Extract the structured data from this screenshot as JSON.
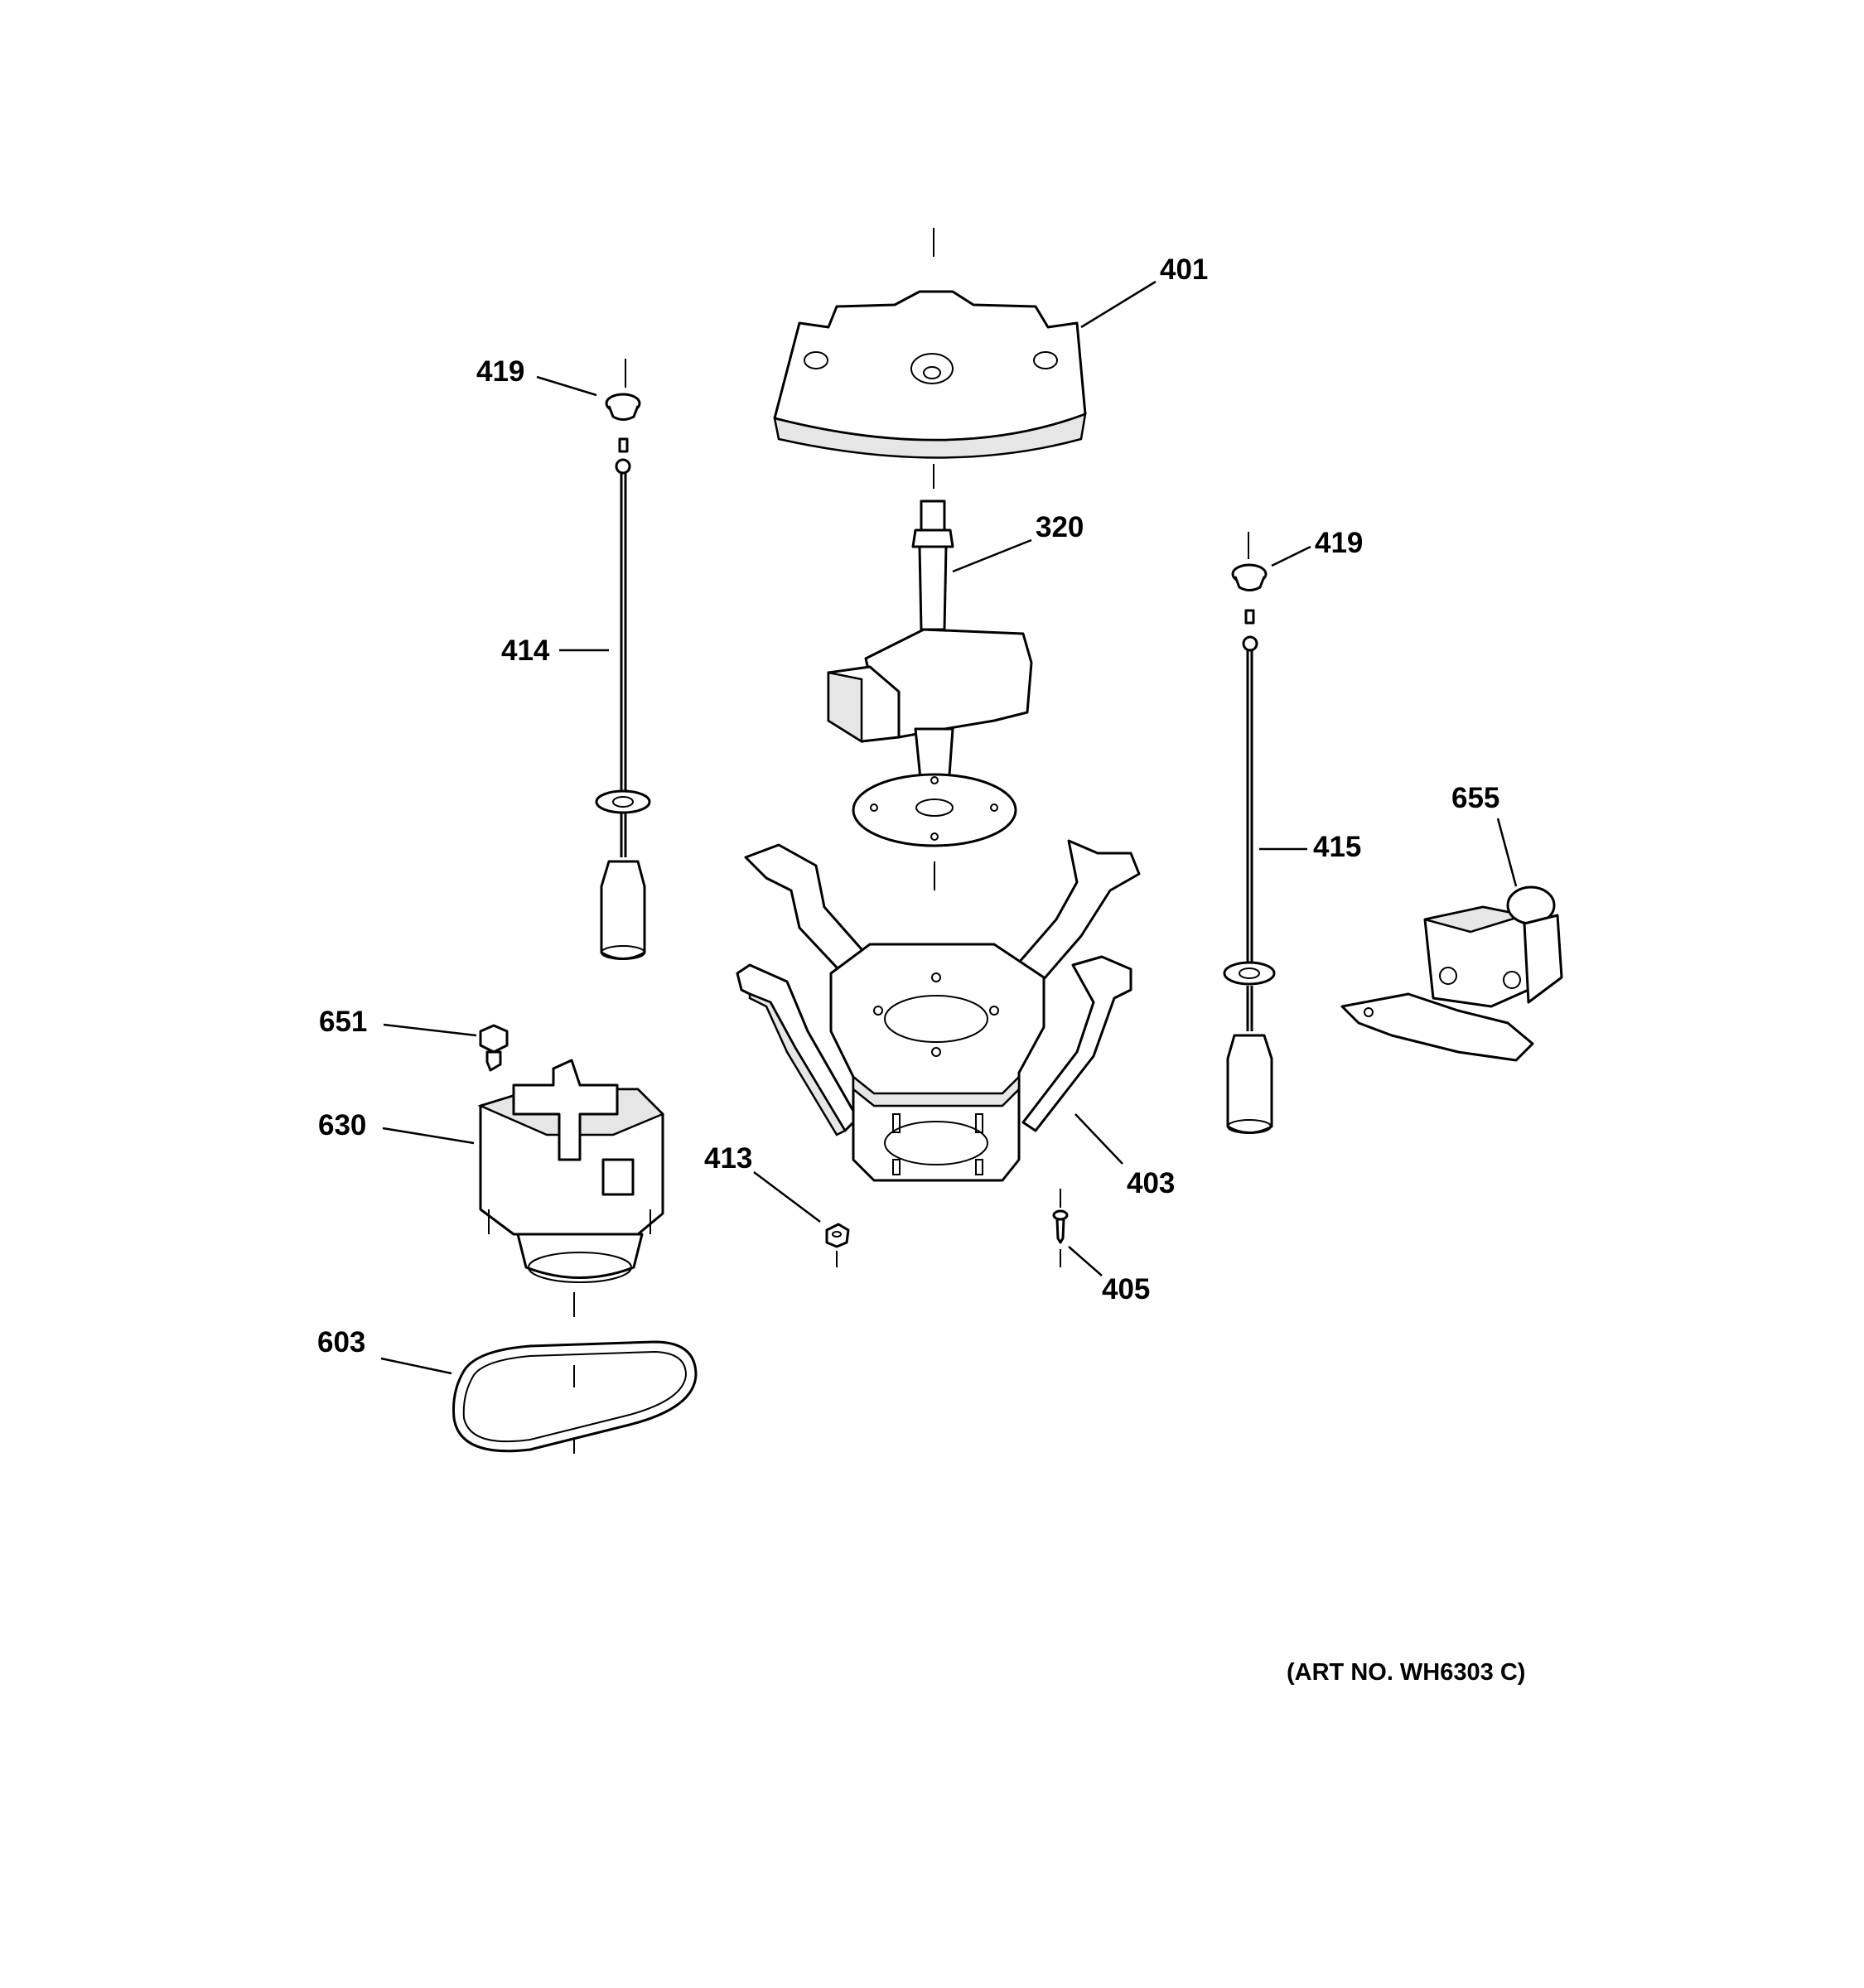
{
  "callouts": {
    "c401": "401",
    "c419_left": "419",
    "c419_right": "419",
    "c320": "320",
    "c414": "414",
    "c415": "415",
    "c655": "655",
    "c651": "651",
    "c630": "630",
    "c413": "413",
    "c403": "403",
    "c405": "405",
    "c603": "603"
  },
  "art_number": "(ART NO. WH6303 C)"
}
